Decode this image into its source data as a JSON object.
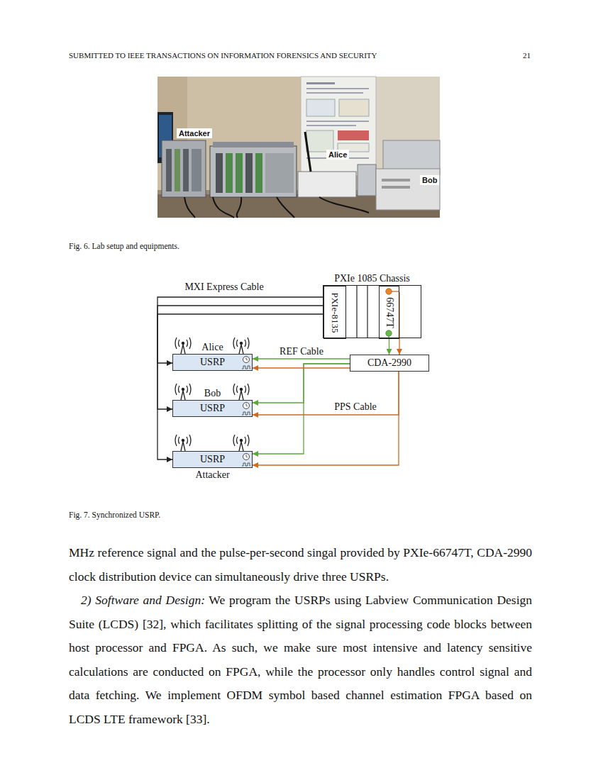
{
  "diagram": {
    "caption": "Fig. 7. Synchronized USRP.",
    "nodes": [
      {
        "text": [
          "PXIe 1085 Chassis"
        ]
      },
      {
        "text": [
          "PXIe-8135"
        ],
        "in": 0
      },
      {
        "text": [
          "66747T"
        ],
        "in": 0
      },
      {
        "text": [
          "Alice",
          "USRP"
        ]
      },
      {
        "text": [
          "Bob",
          "USRP"
        ]
      },
      {
        "text": [
          "USRP",
          "Attacker"
        ]
      },
      {
        "text": [
          "CDA-2990"
        ]
      }
    ],
    "edges": [
      {
        "from": 1,
        "to": 3,
        "arrow": "to",
        "label": "MXI Express Cable"
      },
      {
        "from": 1,
        "to": 4,
        "arrow": "to"
      },
      {
        "from": 1,
        "to": 5,
        "arrow": "to"
      },
      {
        "from": 2,
        "to": 6,
        "arrow": "to"
      },
      {
        "from": 2,
        "to": 6,
        "arrow": "to"
      },
      {
        "from": 6,
        "to": 3,
        "arrow": "to",
        "label": "REF Cable"
      },
      {
        "from": 6,
        "to": 4,
        "arrow": "to"
      },
      {
        "from": 6,
        "to": 5,
        "arrow": "to"
      },
      {
        "from": 6,
        "to": 3,
        "arrow": "to"
      },
      {
        "from": 6,
        "to": 4,
        "arrow": "to",
        "label": "PPS Cable"
      },
      {
        "from": 6,
        "to": 5,
        "arrow": "to"
      }
    ],
    "labels": [
      "SUBMITTED TO IEEE TRANSACTIONS ON INFORMATION FORENSICS AND SECURITY",
      "21",
      "Attacker",
      "Alice",
      "Bob",
      "Fig. 6. Lab setup and equipments.",
      "MHz reference signal and the pulse-per-second singal provided by PXIe-66747T, CDA-2990 clock distribution device can simultaneously drive three USRPs.",
      "2) Software and Design:",
      "We program the USRPs using Labview Communication Design Suite (LCDS) [32], which facilitates splitting of the signal processing code blocks between host processor and FPGA. As such, we make sure most intensive and latency sensitive calculations are conducted on FPGA, while the processor only handles control signal and data fetching. We implement OFDM symbol based channel estimation FPGA based on LCDS LTE framework [33]."
    ]
  }
}
